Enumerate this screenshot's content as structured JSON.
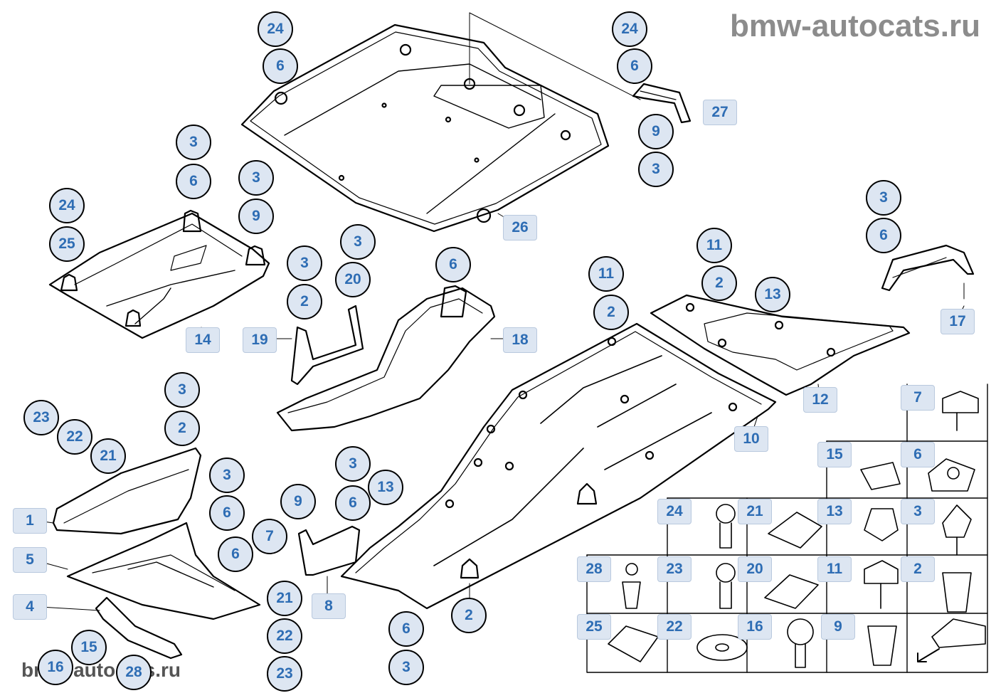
{
  "watermarks": {
    "top": "bmw-autocats.ru",
    "bottom": "bmw-autocats.ru"
  },
  "colors": {
    "label_fill": "#dde6f2",
    "label_text": "#2e6db4",
    "line": "#000000",
    "watermark": "#8c8c8c"
  },
  "labels": [
    {
      "id": "l1",
      "text": "24",
      "shape": "circle"
    },
    {
      "id": "l2",
      "text": "6",
      "shape": "circle"
    },
    {
      "id": "l3",
      "text": "24",
      "shape": "circle"
    },
    {
      "id": "l4",
      "text": "6",
      "shape": "circle"
    },
    {
      "id": "l5",
      "text": "27",
      "shape": "box"
    },
    {
      "id": "l6",
      "text": "9",
      "shape": "circle"
    },
    {
      "id": "l7",
      "text": "3",
      "shape": "circle"
    },
    {
      "id": "l8",
      "text": "3",
      "shape": "circle"
    },
    {
      "id": "l9",
      "text": "6",
      "shape": "circle"
    },
    {
      "id": "l10",
      "text": "3",
      "shape": "circle"
    },
    {
      "id": "l11",
      "text": "9",
      "shape": "circle"
    },
    {
      "id": "l12",
      "text": "24",
      "shape": "circle"
    },
    {
      "id": "l13",
      "text": "25",
      "shape": "circle"
    },
    {
      "id": "l14",
      "text": "14",
      "shape": "box"
    },
    {
      "id": "l15",
      "text": "26",
      "shape": "box"
    },
    {
      "id": "l16",
      "text": "3",
      "shape": "circle"
    },
    {
      "id": "l17",
      "text": "3",
      "shape": "circle"
    },
    {
      "id": "l18",
      "text": "2",
      "shape": "circle"
    },
    {
      "id": "l19",
      "text": "20",
      "shape": "circle"
    },
    {
      "id": "l20",
      "text": "19",
      "shape": "box"
    },
    {
      "id": "l21",
      "text": "6",
      "shape": "circle"
    },
    {
      "id": "l22",
      "text": "18",
      "shape": "box"
    },
    {
      "id": "l23",
      "text": "11",
      "shape": "circle"
    },
    {
      "id": "l24",
      "text": "2",
      "shape": "circle"
    },
    {
      "id": "l25",
      "text": "11",
      "shape": "circle"
    },
    {
      "id": "l26",
      "text": "2",
      "shape": "circle"
    },
    {
      "id": "l27",
      "text": "13",
      "shape": "circle"
    },
    {
      "id": "l28",
      "text": "3",
      "shape": "circle"
    },
    {
      "id": "l29",
      "text": "6",
      "shape": "circle"
    },
    {
      "id": "l30",
      "text": "17",
      "shape": "box"
    },
    {
      "id": "l31",
      "text": "12",
      "shape": "box"
    },
    {
      "id": "l32",
      "text": "10",
      "shape": "box"
    },
    {
      "id": "l33",
      "text": "3",
      "shape": "circle"
    },
    {
      "id": "l34",
      "text": "2",
      "shape": "circle"
    },
    {
      "id": "l35",
      "text": "23",
      "shape": "circle"
    },
    {
      "id": "l36",
      "text": "22",
      "shape": "circle"
    },
    {
      "id": "l37",
      "text": "21",
      "shape": "circle"
    },
    {
      "id": "l38",
      "text": "1",
      "shape": "box"
    },
    {
      "id": "l39",
      "text": "5",
      "shape": "box"
    },
    {
      "id": "l40",
      "text": "4",
      "shape": "box"
    },
    {
      "id": "l41",
      "text": "15",
      "shape": "circle"
    },
    {
      "id": "l42",
      "text": "16",
      "shape": "circle"
    },
    {
      "id": "l43",
      "text": "28",
      "shape": "circle"
    },
    {
      "id": "l44",
      "text": "3",
      "shape": "circle"
    },
    {
      "id": "l45",
      "text": "6",
      "shape": "circle"
    },
    {
      "id": "l46",
      "text": "7",
      "shape": "circle"
    },
    {
      "id": "l47",
      "text": "6",
      "shape": "circle"
    },
    {
      "id": "l48",
      "text": "21",
      "shape": "circle"
    },
    {
      "id": "l49",
      "text": "22",
      "shape": "circle"
    },
    {
      "id": "l50",
      "text": "23",
      "shape": "circle"
    },
    {
      "id": "l51",
      "text": "8",
      "shape": "box"
    },
    {
      "id": "l52",
      "text": "9",
      "shape": "circle"
    },
    {
      "id": "l53",
      "text": "3",
      "shape": "circle"
    },
    {
      "id": "l54",
      "text": "6",
      "shape": "circle"
    },
    {
      "id": "l55",
      "text": "13",
      "shape": "circle"
    },
    {
      "id": "l56",
      "text": "2",
      "shape": "circle"
    },
    {
      "id": "l57",
      "text": "6",
      "shape": "circle"
    },
    {
      "id": "l58",
      "text": "3",
      "shape": "circle"
    }
  ],
  "parts_grid": [
    {
      "id": "g7",
      "text": "7"
    },
    {
      "id": "g15",
      "text": "15"
    },
    {
      "id": "g6",
      "text": "6"
    },
    {
      "id": "g24",
      "text": "24"
    },
    {
      "id": "g21",
      "text": "21"
    },
    {
      "id": "g13",
      "text": "13"
    },
    {
      "id": "g3",
      "text": "3"
    },
    {
      "id": "g28",
      "text": "28"
    },
    {
      "id": "g23",
      "text": "23"
    },
    {
      "id": "g20",
      "text": "20"
    },
    {
      "id": "g11",
      "text": "11"
    },
    {
      "id": "g2",
      "text": "2"
    },
    {
      "id": "g25",
      "text": "25"
    },
    {
      "id": "g22",
      "text": "22"
    },
    {
      "id": "g16",
      "text": "16"
    },
    {
      "id": "g9",
      "text": "9"
    }
  ]
}
